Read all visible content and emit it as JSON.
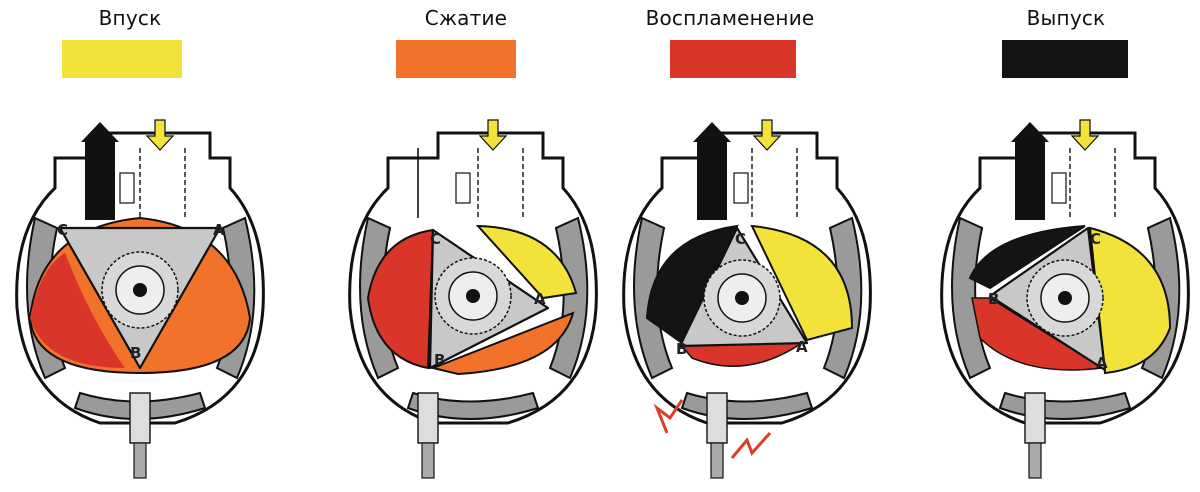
{
  "phases": [
    {
      "label": "Впуск",
      "color": "#f2e23a"
    },
    {
      "label": "Сжатие",
      "color": "#f2722a"
    },
    {
      "label": "Воспламенение",
      "color": "#d9352b"
    },
    {
      "label": "Выпуск",
      "color": "#141414"
    }
  ],
  "corner_labels": [
    "A",
    "B",
    "C"
  ],
  "colors": {
    "housing": "#9a9a9a",
    "rotor": "#c8c8c8",
    "intake_arrow": "#f2e23a",
    "exhaust_arrow": "#111111",
    "spark": "#e03a2a"
  }
}
